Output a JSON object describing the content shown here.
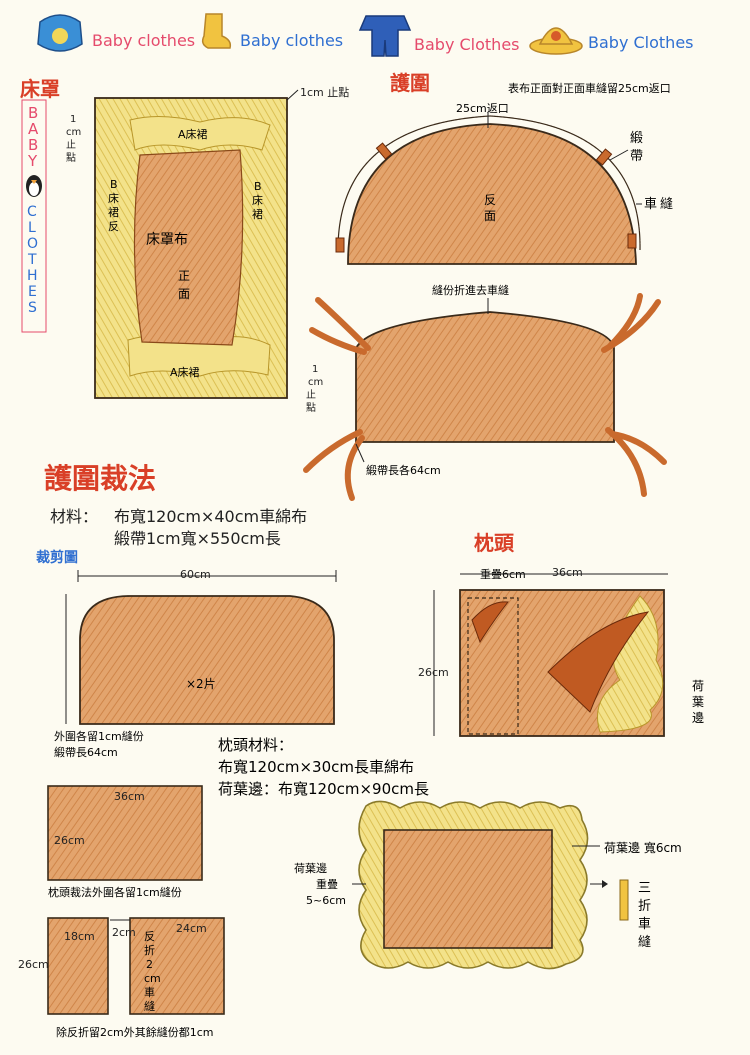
{
  "header": {
    "banner_text": [
      "Baby clothes",
      "Baby clothes",
      "Baby Clothes",
      "Baby Clothes"
    ],
    "banner_colors": [
      "#e54b6c",
      "#2f6fd1",
      "#e54b6c",
      "#2f6fd1"
    ]
  },
  "colors": {
    "fabric": "#e0a06a",
    "fabric_dark": "#c9743c",
    "ruffle": "#f1e07a",
    "ruffle_dark": "#d6b84a",
    "title_red": "#d93f27",
    "outline": "#3a2a1a",
    "strap": "#c96a2d"
  },
  "bedskirt": {
    "title": "床罩",
    "side_letters": [
      "B",
      "A",
      "B",
      "Y"
    ],
    "side_letters_2": [
      "C",
      "L",
      "O",
      "T",
      "H",
      "E",
      "S"
    ],
    "top_note": "1cm 止點",
    "left_note": [
      "1",
      "cm",
      "止",
      "點"
    ],
    "right_note": [
      "1",
      "cm",
      "止",
      "點"
    ],
    "skirt_top": "A床裙",
    "skirt_bottom": "A床裙",
    "skirt_left": [
      "B",
      "床",
      "裙",
      "反"
    ],
    "skirt_right": [
      "B",
      "床",
      "裙"
    ],
    "center_label": "床罩布",
    "center_sub": [
      "正",
      "面"
    ]
  },
  "bumper": {
    "title": "護圍",
    "note": "表布正面對正面車縫留25cm返口",
    "top_label": "25cm返口",
    "inner_label": [
      "反",
      "面"
    ],
    "ribbon_label": [
      "緞",
      "帶"
    ],
    "seam_label": [
      "車",
      "縫"
    ],
    "fold_label": "縫份折進去車縫",
    "ribbon_length": "緞帶長各64cm"
  },
  "cutting": {
    "title": "護圍裁法",
    "materials_prefix": "材料：",
    "material_1": "布寬120cm×40cm車綿布",
    "material_2": "緞帶1cm寬×550cm長",
    "diagram_title": "裁剪圖",
    "width_label": "60cm",
    "pieces_label": "×2片",
    "note_1": "外圍各留1cm縫份",
    "note_2": "緞帶長64cm"
  },
  "pillow": {
    "title": "枕頭",
    "overlap_label": "重疊6cm",
    "width_label": "36cm",
    "height_label": "26cm",
    "ruffle_side": [
      "荷",
      "葉",
      "邊"
    ],
    "materials_title": "枕頭材料：",
    "material_1": "布寬120cm×30cm長車綿布",
    "material_2": "荷葉邊：布寬120cm×90cm長",
    "cut_w": "36cm",
    "cut_h": "26cm",
    "cut_note": "枕頭裁法外圍各留1cm縫份",
    "back_h": "26cm",
    "back_a_w": "18cm",
    "back_gap": "2cm",
    "back_b_w": "24cm",
    "fold_note": [
      "反",
      "折",
      "2",
      "cm",
      "車",
      "縫"
    ],
    "bottom_note": "除反折留2cm外其餘縫份都1cm",
    "ruffle_width": "荷葉邊 寬6cm",
    "ruffle_overlap": [
      "荷葉邊",
      "重疊",
      "5~6cm"
    ],
    "tri_fold": [
      "三",
      "折",
      "車",
      "縫"
    ]
  }
}
